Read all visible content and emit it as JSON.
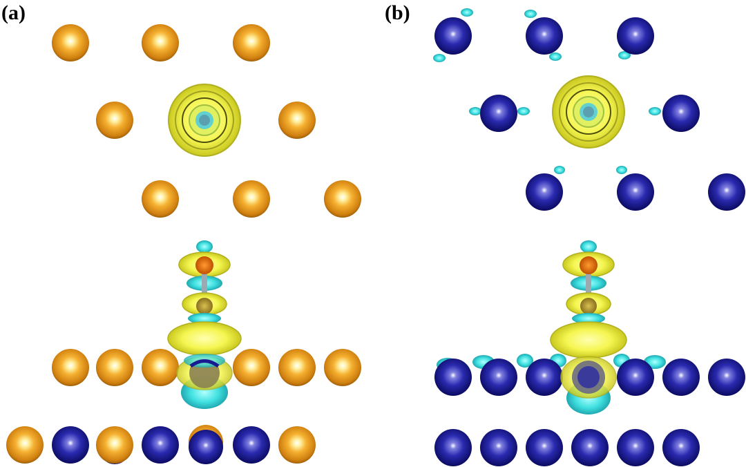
{
  "panels": [
    {
      "id": "a",
      "label": "(a)",
      "atom_colors": [
        "orange",
        "navy-blue"
      ]
    },
    {
      "id": "b",
      "label": "(b)",
      "atom_colors": [
        "navy-blue"
      ]
    }
  ],
  "colors": {
    "orange_atom": "#f0a020",
    "blue_atom": "#2626a0",
    "yellow_isosurface": "#f2f240",
    "cyan_isosurface": "#40e0e0",
    "molecule_center": "#5aa0b0",
    "background": "#ffffff"
  }
}
